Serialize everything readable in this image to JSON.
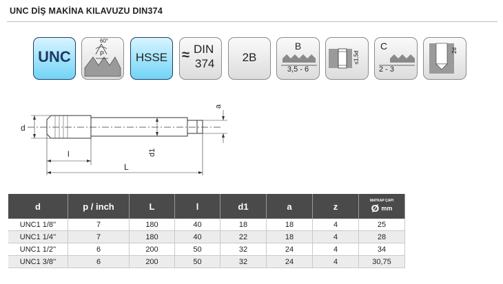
{
  "title": "UNC DİŞ MAKİNA KILAVUZU DIN374",
  "icons": {
    "unc": "UNC",
    "angle": "60°",
    "pitch": "P",
    "material": "HSSE",
    "approx": "≈",
    "din_top": "DIN",
    "din_bottom": "374",
    "tolerance": "2B",
    "chamfer_b": "B",
    "chamfer_b_range": "3,5 - 6",
    "depth_label": "≤1,5d",
    "chamfer_c": "C",
    "chamfer_c_range": "2 - 3",
    "blind_label": "2d"
  },
  "drawing": {
    "d": "d",
    "l": "l",
    "L": "L",
    "d1": "d1",
    "a": "a"
  },
  "table": {
    "headers": [
      "d",
      "p / inch",
      "L",
      "l",
      "d1",
      "a",
      "z"
    ],
    "drill_header": {
      "top": "MATKAP ÇAPI",
      "symbol": "Ø",
      "unit": "mm"
    },
    "rows": [
      [
        "UNC1 1/8''",
        "7",
        "180",
        "40",
        "18",
        "18",
        "4",
        "25"
      ],
      [
        "UNC1 1/4''",
        "7",
        "180",
        "40",
        "22",
        "18",
        "4",
        "28"
      ],
      [
        "UNC1 1/2''",
        "6",
        "200",
        "50",
        "32",
        "24",
        "4",
        "34"
      ],
      [
        "UNC1 3/8''",
        "6",
        "200",
        "50",
        "32",
        "24",
        "4",
        "30,75"
      ]
    ]
  },
  "colors": {
    "icon_blue": "#71d4f7",
    "header_bg": "#4a4a4a"
  }
}
